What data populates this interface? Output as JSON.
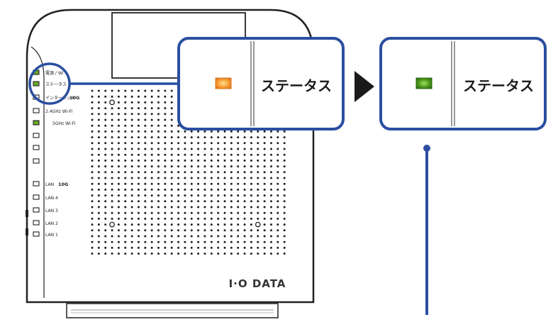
{
  "device": {
    "brand": "I·O DATA",
    "indicators": [
      {
        "label": "電源 / Wi",
        "tag": "",
        "color": "#6aa82a"
      },
      {
        "label": "ステータス",
        "tag": "",
        "color": "#6aa82a"
      },
      {
        "label": "インターネット",
        "tag": "10G",
        "color": "#ffffff"
      },
      {
        "label": "2.4GHz Wi-Fi",
        "tag": "",
        "color": "#ffffff"
      },
      {
        "label": "5GHz Wi-Fi",
        "tag": "",
        "color": "#6aa82a"
      },
      {
        "label": "",
        "tag": "",
        "color": "#ffffff"
      },
      {
        "label": "",
        "tag": "",
        "color": "#ffffff"
      },
      {
        "label": "",
        "tag": "",
        "color": "#ffffff"
      },
      {
        "label": "LAN",
        "tag": "10G",
        "color": "#ffffff"
      },
      {
        "label": "LAN 4",
        "tag": "",
        "color": "#ffffff"
      },
      {
        "label": "LAN 3",
        "tag": "",
        "color": "#ffffff"
      },
      {
        "label": "LAN 2",
        "tag": "",
        "color": "#ffffff"
      },
      {
        "label": "LAN 1",
        "tag": "",
        "color": "#ffffff"
      }
    ]
  },
  "callouts": [
    {
      "label": "ステータス",
      "led_color": "#f39a2e",
      "state": "before"
    },
    {
      "label": "ステータス",
      "led_color": "#4e9a1e",
      "state": "after"
    }
  ],
  "colors": {
    "accent_blue": "#2a4fa0",
    "device_outline": "#222222"
  }
}
